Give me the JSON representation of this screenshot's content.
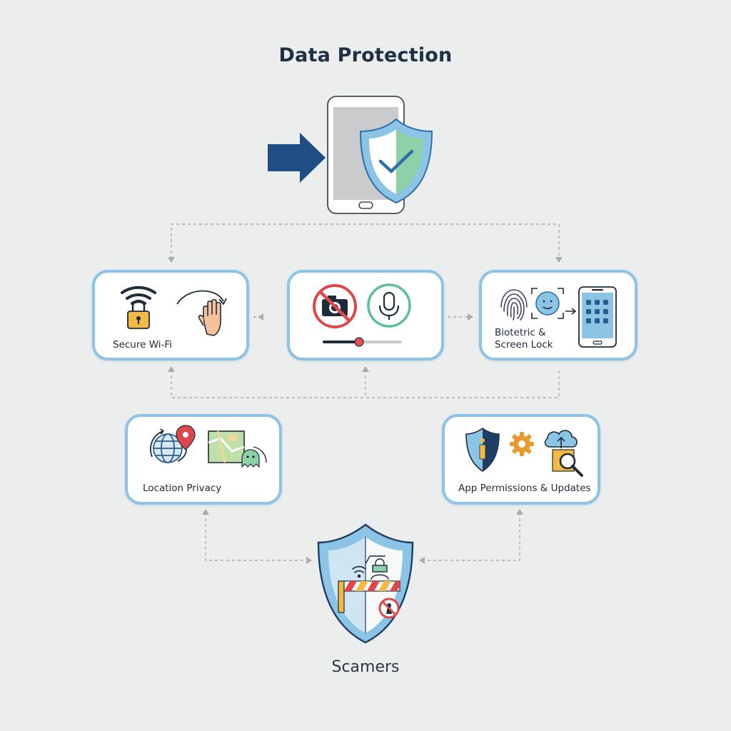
{
  "title": "Data Protection",
  "cards": {
    "wifi": {
      "label": "Secure Wi-Fi"
    },
    "biometric": {
      "label_line1": "Biotetric &",
      "label_line2": "Screen Lock"
    },
    "location": {
      "label": "Location Privacy"
    },
    "permissions": {
      "label": "App Permissions & Updates"
    }
  },
  "bottom_caption": "Scamers",
  "colors": {
    "card_border": "#8cc4e6",
    "navy": "#1f4e85",
    "shield_blue": "#8cc4e6",
    "shield_green": "#8ed0a8",
    "prohibit_red": "#e0474b",
    "mic_green": "#5cbf9a",
    "slider_red": "#e35050",
    "background": "#eceeee"
  },
  "icons": [
    "arrow-right-icon",
    "phone-icon",
    "shield-check-icon",
    "wifi-icon",
    "padlock-icon",
    "curved-arrow-icon",
    "hand-stop-icon",
    "no-camera-icon",
    "microphone-icon",
    "slider-icon",
    "fingerprint-icon",
    "face-scan-icon",
    "keypad-phone-icon",
    "globe-icon",
    "location-pin-icon",
    "map-icon",
    "ghost-icon",
    "info-shield-icon",
    "gear-icon",
    "cloud-upload-icon",
    "magnifier-icon",
    "barrier-shield-icon"
  ]
}
